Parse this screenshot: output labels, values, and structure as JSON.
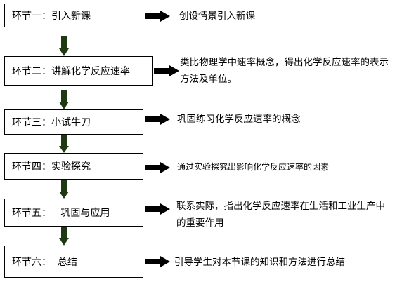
{
  "stages": [
    {
      "label": "环节一：引入新课",
      "description": "创设情景引入新课"
    },
    {
      "label": "环节二：讲解化学反应速率",
      "description": "类比物理学中速率概念，得出化学反应速率的表示方法及单位。"
    },
    {
      "label": "环节三：小试牛刀",
      "description": "巩固练习化学反应速率的概念"
    },
    {
      "label": "环节四：实验探究",
      "description": "通过实验探究出影响化学反应速率的因素"
    },
    {
      "label": "环节五：   巩固与应用",
      "description": "联系实际，指出化学反应速率在生活和工业生产中的重要作用"
    },
    {
      "label": "环节六：  总结",
      "description": "引导学生对本节课的知识和方法进行总结"
    }
  ],
  "colors": {
    "down_arrow": "#1f3a12",
    "right_arrow": "#000000",
    "border": "#000000"
  }
}
